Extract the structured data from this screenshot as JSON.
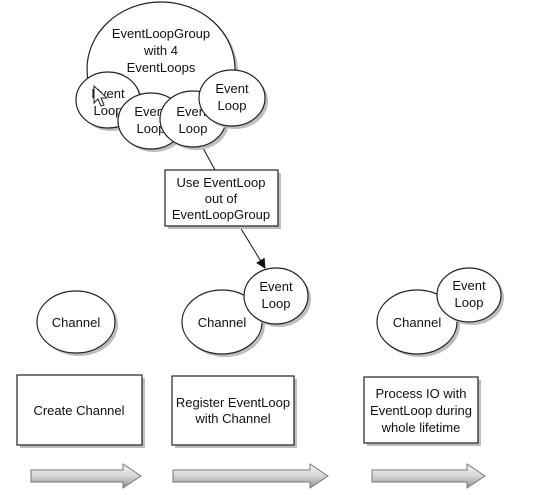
{
  "group": {
    "label_lines": [
      "EventLoopGroup",
      "with 4",
      "EventLoops"
    ],
    "loops": [
      {
        "lines": [
          "Event",
          "Loop"
        ]
      },
      {
        "lines": [
          "Event",
          "Loop"
        ]
      },
      {
        "lines": [
          "Event",
          "Loop"
        ]
      },
      {
        "lines": [
          "Event",
          "Loop"
        ]
      }
    ]
  },
  "use_box": {
    "lines": [
      "Use EventLoop",
      "out of",
      "EventLoopGroup"
    ]
  },
  "stages": [
    {
      "channel": "Channel",
      "event_loop": null,
      "box_lines": [
        "Create Channel"
      ]
    },
    {
      "channel": "Channel",
      "event_loop": [
        "Event",
        "Loop"
      ],
      "box_lines": [
        "Register EventLoop",
        "with Channel"
      ]
    },
    {
      "channel": "Channel",
      "event_loop": [
        "Event",
        "Loop"
      ],
      "box_lines": [
        "Process IO with",
        "EventLoop during",
        "whole lifetime"
      ]
    }
  ]
}
